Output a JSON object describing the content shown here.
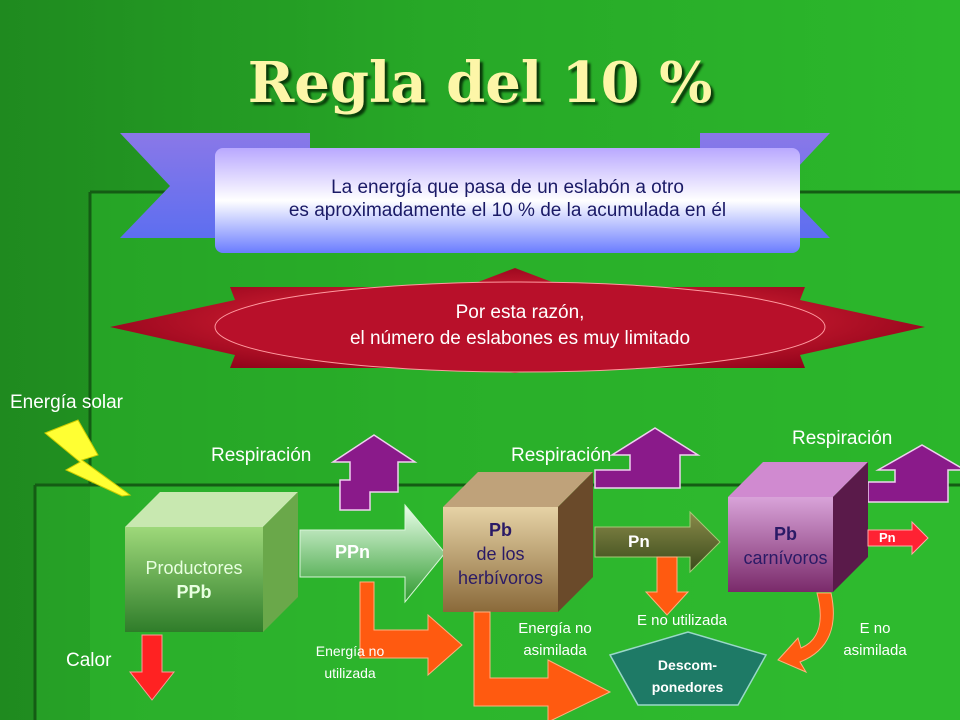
{
  "title": "Regla del 10 %",
  "ribbon": {
    "line1": "La energía que pasa de un eslabón a otro",
    "line2": "es aproximadamente el 10 % de la acumulada en él"
  },
  "star": {
    "line1": "Por esta razón,",
    "line2": "el número de eslabones es muy limitado"
  },
  "labels": {
    "energia_solar": "Energía solar",
    "respiracion_1": "Respiración",
    "respiracion_2": "Respiración",
    "respiracion_3": "Respiración",
    "calor": "Calor",
    "ppn": "PPn",
    "pn_1": "Pn",
    "pn_2": "Pn",
    "energia_no_utilizada_1": "Energía no",
    "energia_no_utilizada_2": "utilizada",
    "energia_no_asimilada_1": "Energía no",
    "energia_no_asimilada_2": "asimilada",
    "e_no_utilizada": "E no utilizada",
    "e_no_asimilada_1": "E no",
    "e_no_asimilada_2": "asimilada"
  },
  "boxes": {
    "productores_1": "Productores",
    "productores_2": "PPb",
    "herb_1": "Pb",
    "herb_2": "de los",
    "herb_3": "herbívoros",
    "carn_1": "Pb",
    "carn_2": "carnívoros",
    "descomp_1": "Descom-",
    "descomp_2": "ponedores"
  },
  "colors": {
    "background": "#27a827",
    "ribbon": "#9f8ef0",
    "star": "#cc1122",
    "purple_arrow": "#8a1a8a",
    "orange_arrow": "#ff5a10",
    "red_arrow": "#ff2222",
    "bolt": "#ffff33"
  }
}
